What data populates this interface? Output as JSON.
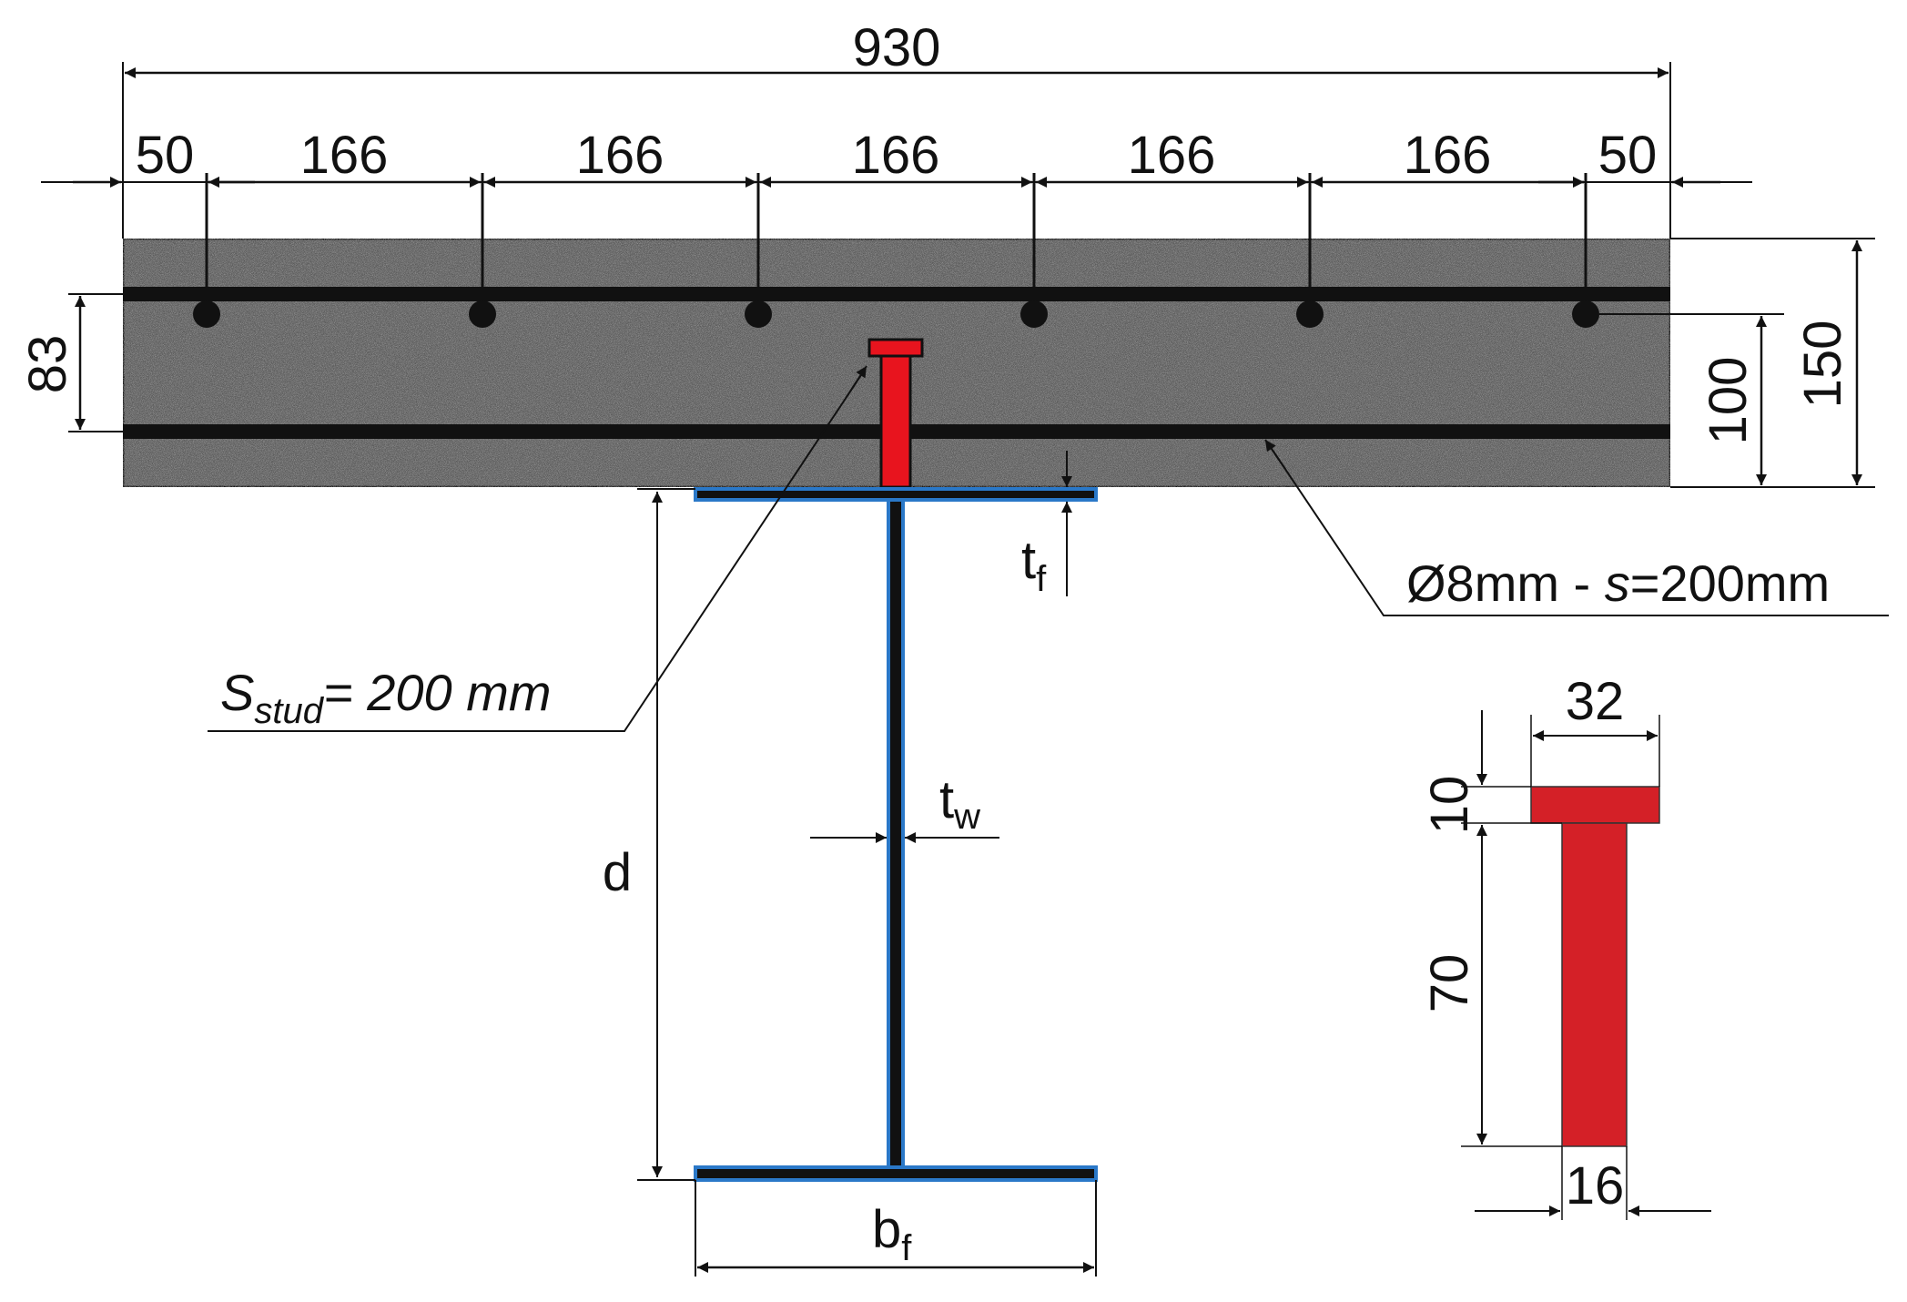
{
  "slab": {
    "total_width_label": "930",
    "edge_left_label": "50",
    "edge_right_label": "50",
    "spacing_labels": [
      "166",
      "166",
      "166",
      "166",
      "166"
    ],
    "rebar_cover_label": "83",
    "inner_height_label": "100",
    "thickness_label": "150"
  },
  "rebar_note": {
    "text_pre": "Ø8mm - ",
    "text_s": "s",
    "text_post": "=200mm"
  },
  "stud_note": {
    "symbol": "S",
    "subscript": "stud",
    "text": "= 200 mm"
  },
  "steel_beam": {
    "flange_thickness_symbol": "t",
    "flange_thickness_sub": "f",
    "web_thickness_symbol": "t",
    "web_thickness_sub": "w",
    "depth_symbol": "d",
    "flange_width_symbol": "b",
    "flange_width_sub": "f"
  },
  "stud_detail": {
    "head_width_label": "32",
    "head_height_label": "10",
    "shank_height_label": "70",
    "shank_width_label": "16"
  },
  "colors": {
    "concrete": "#5b5b5b",
    "rebar": "#111111",
    "stud": "#e8141e",
    "stud_detail": "#d42027",
    "beam_outline": "#2a78c8",
    "beam_fill": "#111111"
  }
}
